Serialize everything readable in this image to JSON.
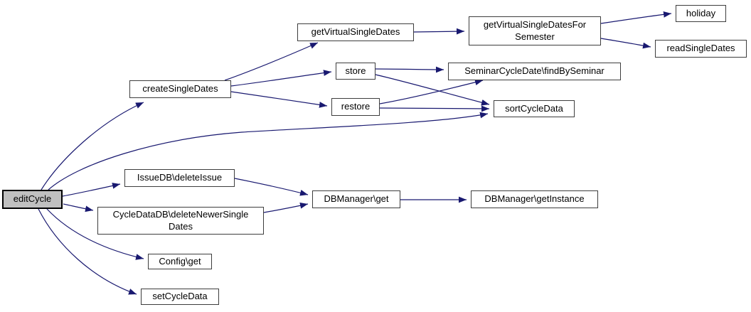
{
  "diagram": {
    "type": "call-graph",
    "root_function": "editCycle",
    "colors": {
      "background": "#ffffff",
      "edge": "#191970",
      "node_border": "#3d3d3d",
      "node_fill": "#ffffff",
      "root_node_fill": "#c0c0c0",
      "root_node_border": "#000000",
      "text": "#000000"
    },
    "nodes": [
      {
        "id": "editCycle",
        "label": "editCycle",
        "root": true
      },
      {
        "id": "createSingleDates",
        "label": "createSingleDates",
        "root": false
      },
      {
        "id": "getVirtualSingleDates",
        "label": "getVirtualSingleDates",
        "root": false
      },
      {
        "id": "getVirtualSingleDatesForSemester",
        "label": "getVirtualSingleDatesFor Semester",
        "root": false
      },
      {
        "id": "holiday",
        "label": "holiday",
        "root": false
      },
      {
        "id": "readSingleDates",
        "label": "readSingleDates",
        "root": false
      },
      {
        "id": "store",
        "label": "store",
        "root": false
      },
      {
        "id": "restore",
        "label": "restore",
        "root": false
      },
      {
        "id": "SeminarCycleDate_findBySeminar",
        "label": "SeminarCycleDate\\findBySeminar",
        "root": false
      },
      {
        "id": "sortCycleData",
        "label": "sortCycleData",
        "root": false
      },
      {
        "id": "IssueDB_deleteIssue",
        "label": "IssueDB\\deleteIssue",
        "root": false
      },
      {
        "id": "CycleDataDB_deleteNewerSingleDates",
        "label": "CycleDataDB\\deleteNewerSingle Dates",
        "root": false
      },
      {
        "id": "DBManager_get",
        "label": "DBManager\\get",
        "root": false
      },
      {
        "id": "DBManager_getInstance",
        "label": "DBManager\\getInstance",
        "root": false
      },
      {
        "id": "Config_get",
        "label": "Config\\get",
        "root": false
      },
      {
        "id": "setCycleData",
        "label": "setCycleData",
        "root": false
      }
    ],
    "edges": [
      {
        "from": "editCycle",
        "to": "createSingleDates"
      },
      {
        "from": "editCycle",
        "to": "sortCycleData"
      },
      {
        "from": "editCycle",
        "to": "IssueDB_deleteIssue"
      },
      {
        "from": "editCycle",
        "to": "CycleDataDB_deleteNewerSingleDates"
      },
      {
        "from": "editCycle",
        "to": "Config_get"
      },
      {
        "from": "editCycle",
        "to": "setCycleData"
      },
      {
        "from": "createSingleDates",
        "to": "getVirtualSingleDates"
      },
      {
        "from": "createSingleDates",
        "to": "store"
      },
      {
        "from": "createSingleDates",
        "to": "restore"
      },
      {
        "from": "getVirtualSingleDates",
        "to": "getVirtualSingleDatesForSemester"
      },
      {
        "from": "getVirtualSingleDatesForSemester",
        "to": "holiday"
      },
      {
        "from": "getVirtualSingleDatesForSemester",
        "to": "readSingleDates"
      },
      {
        "from": "store",
        "to": "SeminarCycleDate_findBySeminar"
      },
      {
        "from": "store",
        "to": "sortCycleData"
      },
      {
        "from": "restore",
        "to": "SeminarCycleDate_findBySeminar"
      },
      {
        "from": "restore",
        "to": "sortCycleData"
      },
      {
        "from": "IssueDB_deleteIssue",
        "to": "DBManager_get"
      },
      {
        "from": "CycleDataDB_deleteNewerSingleDates",
        "to": "DBManager_get"
      },
      {
        "from": "DBManager_get",
        "to": "DBManager_getInstance"
      }
    ]
  }
}
